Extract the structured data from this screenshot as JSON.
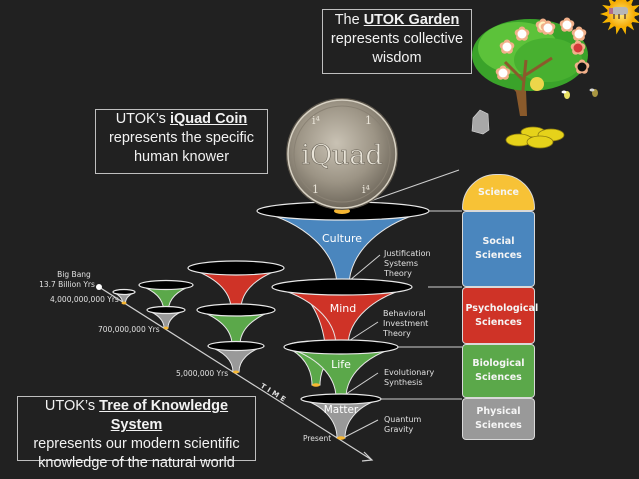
{
  "boxes": {
    "garden": {
      "prefix": "The ",
      "highlight": "UTOK Garden",
      "rest": "represents collective wisdom"
    },
    "coin": {
      "prefix": "UTOK’s ",
      "highlight": "iQuad Coin",
      "rest": "represents the specific human knower"
    },
    "tree": {
      "prefix": "UTOK’s ",
      "highlight": "Tree of Knowledge System",
      "line2": "represents our modern scientific",
      "line3": "knowledge of the natural world"
    }
  },
  "coin": {
    "text": "iQuad",
    "corner_tl": "i⁴",
    "corner_tr": "1",
    "corner_bl": "1",
    "corner_br": "i⁴"
  },
  "funnels": [
    {
      "label": "Culture",
      "color": "#4a86be",
      "theory": [
        "Justification",
        "Systems",
        "Theory"
      ]
    },
    {
      "label": "Mind",
      "color": "#cf3327",
      "theory": [
        "Behavioral",
        "Investment",
        "Theory"
      ]
    },
    {
      "label": "Life",
      "color": "#5ba84a",
      "theory": [
        "Evolutionary",
        "Synthesis"
      ]
    },
    {
      "label": "Matter",
      "color": "#999999",
      "theory": [
        "Quantum",
        "Gravity"
      ]
    }
  ],
  "sciences": [
    {
      "label": "Science",
      "color": "#f7c236"
    },
    {
      "label": "Social Sciences",
      "color": "#4a86be"
    },
    {
      "label": "Psychological Sciences",
      "color": "#cf3327"
    },
    {
      "label": "Biological Sciences",
      "color": "#5ba84a"
    },
    {
      "label": "Physical Sciences",
      "color": "#999999"
    }
  ],
  "timeline": {
    "axis_label": "TIME",
    "points": [
      {
        "line1": "Big Bang",
        "line2": "13.7 Billion Yrs"
      },
      {
        "line1": "4,000,000,000 Yrs"
      },
      {
        "line1": "700,000,000 Yrs"
      },
      {
        "line1": "5,000,000 Yrs"
      },
      {
        "line1": "Present"
      }
    ]
  },
  "icons": [
    "sun-elephant-icon",
    "tree-icon",
    "rock-icon",
    "coins-icon",
    "bee-icon"
  ]
}
